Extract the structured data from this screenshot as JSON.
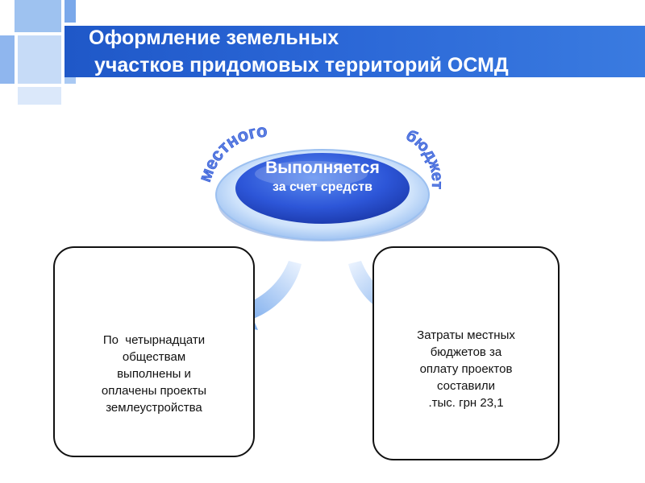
{
  "slide": {
    "title": "Оформление земельных\n участков придомовых территорий ОСМД"
  },
  "center": {
    "headline": "Выполняется",
    "subline": "за счет средств",
    "arc_text": "местного",
    "arc_text_right": "бюджета"
  },
  "left_box": {
    "text": "По  четырнадцати\nобществам\nвыполнены и\nоплачены проекты\nземлеустройства"
  },
  "right_box": {
    "text": "Затраты местных\nбюджетов за\nоплату проектов\nсоставили\n.тыс. грн 23,1"
  },
  "colors": {
    "header_blue": "#2a66d6",
    "ellipse_blue": "#2d56d8",
    "arrow_blue": "#6aa6ec"
  }
}
